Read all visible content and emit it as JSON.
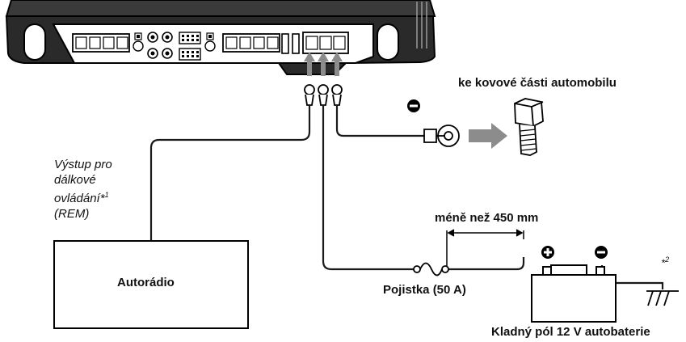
{
  "labels": {
    "ground": "ke kovové části automobilu",
    "rem_line1": "Výstup pro",
    "rem_line2": "dálkové",
    "rem_line3": "ovládání*",
    "rem_sup": "1",
    "rem_line4": "(REM)",
    "distance": "méně než 450 mm",
    "head_unit": "Autorádio",
    "fuse": "Pojistka (50 A)",
    "battery": "Kladný pól 12 V autobaterie",
    "note2_star": "*",
    "note2_num": "2"
  },
  "colors": {
    "line": "#1a1a1a",
    "arrow_gray": "#8c8c8c"
  }
}
